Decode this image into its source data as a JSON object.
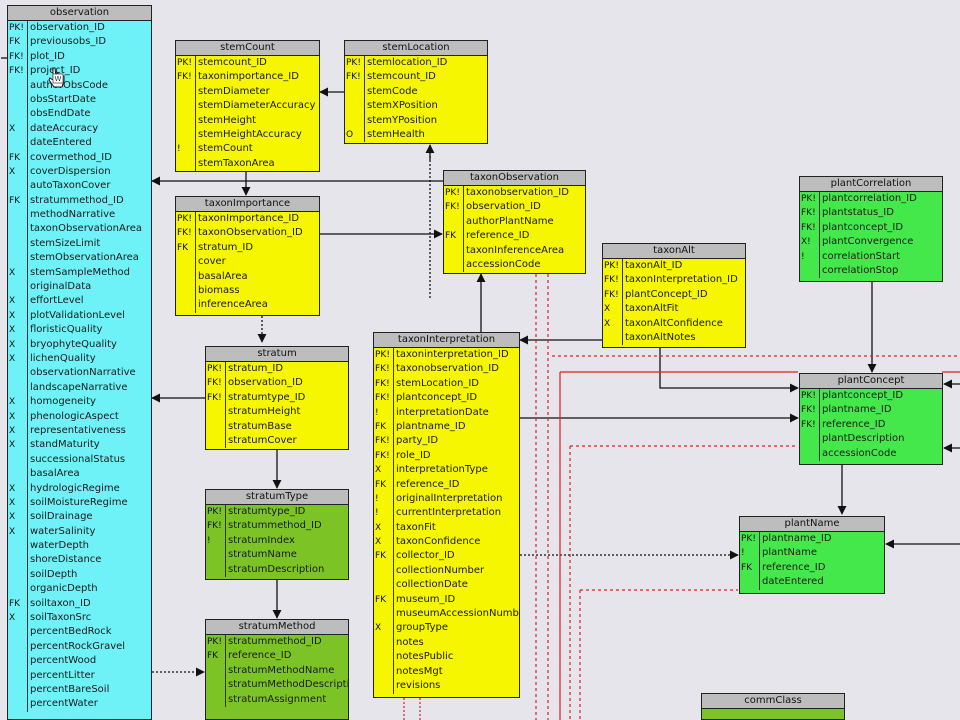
{
  "colors": {
    "yellow": "#f6f600",
    "cyan": "#6ef2f8",
    "green": "#44e84a",
    "olive": "#7cc426",
    "background": "#e6e5ec"
  },
  "entities": [
    {
      "id": "observation",
      "title": "observation",
      "color": "cyan",
      "rows": [
        [
          "PK!",
          "observation_ID"
        ],
        [
          "FK",
          "previousobs_ID"
        ],
        [
          "FK!",
          "plot_ID"
        ],
        [
          "FK!",
          "project_ID"
        ],
        [
          "",
          "authorObsCode"
        ],
        [
          "",
          "obsStartDate"
        ],
        [
          "",
          "obsEndDate"
        ],
        [
          "X",
          "dateAccuracy"
        ],
        [
          "",
          "dateEntered"
        ],
        [
          "FK",
          "covermethod_ID"
        ],
        [
          "X",
          "coverDispersion"
        ],
        [
          "",
          "autoTaxonCover"
        ],
        [
          "FK",
          "stratummethod_ID"
        ],
        [
          "",
          "methodNarrative"
        ],
        [
          "",
          "taxonObservationArea"
        ],
        [
          "",
          "stemSizeLimit"
        ],
        [
          "",
          "stemObservationArea"
        ],
        [
          "X",
          "stemSampleMethod"
        ],
        [
          "",
          "originalData"
        ],
        [
          "X",
          "effortLevel"
        ],
        [
          "X",
          "plotValidationLevel"
        ],
        [
          "X",
          "floristicQuality"
        ],
        [
          "X",
          "bryophyteQuality"
        ],
        [
          "X",
          "lichenQuality"
        ],
        [
          "",
          "observationNarrative"
        ],
        [
          "",
          "landscapeNarrative"
        ],
        [
          "X",
          "homogeneity"
        ],
        [
          "X",
          "phenologicAspect"
        ],
        [
          "X",
          "representativeness"
        ],
        [
          "X",
          "standMaturity"
        ],
        [
          "",
          "successionalStatus"
        ],
        [
          "",
          "basalArea"
        ],
        [
          "X",
          "hydrologicRegime"
        ],
        [
          "X",
          "soilMoistureRegime"
        ],
        [
          "X",
          "soilDrainage"
        ],
        [
          "X",
          "waterSalinity"
        ],
        [
          "",
          "waterDepth"
        ],
        [
          "",
          "shoreDistance"
        ],
        [
          "",
          "soilDepth"
        ],
        [
          "",
          "organicDepth"
        ],
        [
          "FK",
          "soiltaxon_ID"
        ],
        [
          "X",
          "soilTaxonSrc"
        ],
        [
          "",
          "percentBedRock"
        ],
        [
          "",
          "percentRockGravel"
        ],
        [
          "",
          "percentWood"
        ],
        [
          "",
          "percentLitter"
        ],
        [
          "",
          "percentBareSoil"
        ],
        [
          "",
          "percentWater"
        ]
      ]
    },
    {
      "id": "stemCount",
      "title": "stemCount",
      "color": "yellow",
      "rows": [
        [
          "PK!",
          "stemcount_ID"
        ],
        [
          "FK!",
          "taxonimportance_ID"
        ],
        [
          "",
          "stemDiameter"
        ],
        [
          "",
          "stemDiameterAccuracy"
        ],
        [
          "",
          "stemHeight"
        ],
        [
          "",
          "stemHeightAccuracy"
        ],
        [
          "!",
          "stemCount"
        ],
        [
          "",
          "stemTaxonArea"
        ]
      ]
    },
    {
      "id": "stemLocation",
      "title": "stemLocation",
      "color": "yellow",
      "rows": [
        [
          "PK!",
          "stemlocation_ID"
        ],
        [
          "FK!",
          "stemcount_ID"
        ],
        [
          "",
          "stemCode"
        ],
        [
          "",
          "stemXPosition"
        ],
        [
          "",
          "stemYPosition"
        ],
        [
          "O",
          "stemHealth"
        ]
      ]
    },
    {
      "id": "taxonImportance",
      "title": "taxonImportance",
      "color": "yellow",
      "rows": [
        [
          "PK!",
          "taxonImportance_ID"
        ],
        [
          "FK!",
          "taxonObservation_ID"
        ],
        [
          "FK",
          "stratum_ID"
        ],
        [
          "",
          "cover"
        ],
        [
          "",
          "basalArea"
        ],
        [
          "",
          "biomass"
        ],
        [
          "",
          "inferenceArea"
        ]
      ]
    },
    {
      "id": "taxonObservation",
      "title": "taxonObservation",
      "color": "yellow",
      "rows": [
        [
          "PK!",
          "taxonobservation_ID"
        ],
        [
          "FK!",
          "observation_ID"
        ],
        [
          "",
          "authorPlantName"
        ],
        [
          "FK",
          "reference_ID"
        ],
        [
          "",
          "taxonInferenceArea"
        ],
        [
          "",
          "accessionCode"
        ]
      ]
    },
    {
      "id": "taxonAlt",
      "title": "taxonAlt",
      "color": "yellow",
      "rows": [
        [
          "PK!",
          "taxonAlt_ID"
        ],
        [
          "FK!",
          "taxonInterpretation_ID"
        ],
        [
          "FK!",
          "plantConcept_ID"
        ],
        [
          "X",
          "taxonAltFit"
        ],
        [
          "X",
          "taxonAltConfidence"
        ],
        [
          "",
          "taxonAltNotes"
        ]
      ]
    },
    {
      "id": "plantCorrelation",
      "title": "plantCorrelation",
      "color": "green",
      "rows": [
        [
          "PK!",
          "plantcorrelation_ID"
        ],
        [
          "FK!",
          "plantstatus_ID"
        ],
        [
          "FK!",
          "plantconcept_ID"
        ],
        [
          "X!",
          "plantConvergence"
        ],
        [
          "!",
          "correlationStart"
        ],
        [
          "",
          "correlationStop"
        ]
      ]
    },
    {
      "id": "stratum",
      "title": "stratum",
      "color": "yellow",
      "rows": [
        [
          "PK!",
          "stratum_ID"
        ],
        [
          "FK!",
          "observation_ID"
        ],
        [
          "FK!",
          "stratumtype_ID"
        ],
        [
          "",
          "stratumHeight"
        ],
        [
          "",
          "stratumBase"
        ],
        [
          "",
          "stratumCover"
        ]
      ]
    },
    {
      "id": "taxonInterpretation",
      "title": "taxonInterpretation",
      "color": "yellow",
      "rows": [
        [
          "PK!",
          "taxoninterpretation_ID"
        ],
        [
          "FK!",
          "taxonobservation_ID"
        ],
        [
          "FK!",
          "stemLocation_ID"
        ],
        [
          "FK!",
          "plantconcept_ID"
        ],
        [
          "!",
          "interpretationDate"
        ],
        [
          "FK",
          "plantname_ID"
        ],
        [
          "FK!",
          "party_ID"
        ],
        [
          "FK!",
          "role_ID"
        ],
        [
          "X",
          "interpretationType"
        ],
        [
          "FK",
          "reference_ID"
        ],
        [
          "!",
          "originalInterpretation"
        ],
        [
          "!",
          "currentInterpretation"
        ],
        [
          "X",
          "taxonFit"
        ],
        [
          "X",
          "taxonConfidence"
        ],
        [
          "FK",
          "collector_ID"
        ],
        [
          "",
          "collectionNumber"
        ],
        [
          "",
          "collectionDate"
        ],
        [
          "FK",
          "museum_ID"
        ],
        [
          "",
          "museumAccessionNumber"
        ],
        [
          "X",
          "groupType"
        ],
        [
          "",
          "notes"
        ],
        [
          "",
          "notesPublic"
        ],
        [
          "",
          "notesMgt"
        ],
        [
          "",
          "revisions"
        ]
      ]
    },
    {
      "id": "plantConcept",
      "title": "plantConcept",
      "color": "green",
      "rows": [
        [
          "PK!",
          "plantconcept_ID"
        ],
        [
          "FK!",
          "plantname_ID"
        ],
        [
          "FK!",
          "reference_ID"
        ],
        [
          "",
          "plantDescription"
        ],
        [
          "",
          "accessionCode"
        ]
      ]
    },
    {
      "id": "stratumType",
      "title": "stratumType",
      "color": "olive",
      "rows": [
        [
          "PK!",
          "stratumtype_ID"
        ],
        [
          "FK!",
          "stratummethod_ID"
        ],
        [
          "!",
          "stratumIndex"
        ],
        [
          "",
          "stratumName"
        ],
        [
          "",
          "stratumDescription"
        ]
      ]
    },
    {
      "id": "plantName",
      "title": "plantName",
      "color": "green",
      "rows": [
        [
          "PK!",
          "plantname_ID"
        ],
        [
          "!",
          "plantName"
        ],
        [
          "FK",
          "reference_ID"
        ],
        [
          "",
          "dateEntered"
        ]
      ]
    },
    {
      "id": "stratumMethod",
      "title": "stratumMethod",
      "color": "olive",
      "rows": [
        [
          "PK!",
          "stratummethod_ID"
        ],
        [
          "FK",
          "reference_ID"
        ],
        [
          "",
          "stratumMethodName"
        ],
        [
          "",
          "stratumMethodDescription"
        ],
        [
          "",
          "stratumAssignment"
        ]
      ]
    },
    {
      "id": "commClass",
      "title": "commClass",
      "color": "olive",
      "rows": []
    }
  ]
}
